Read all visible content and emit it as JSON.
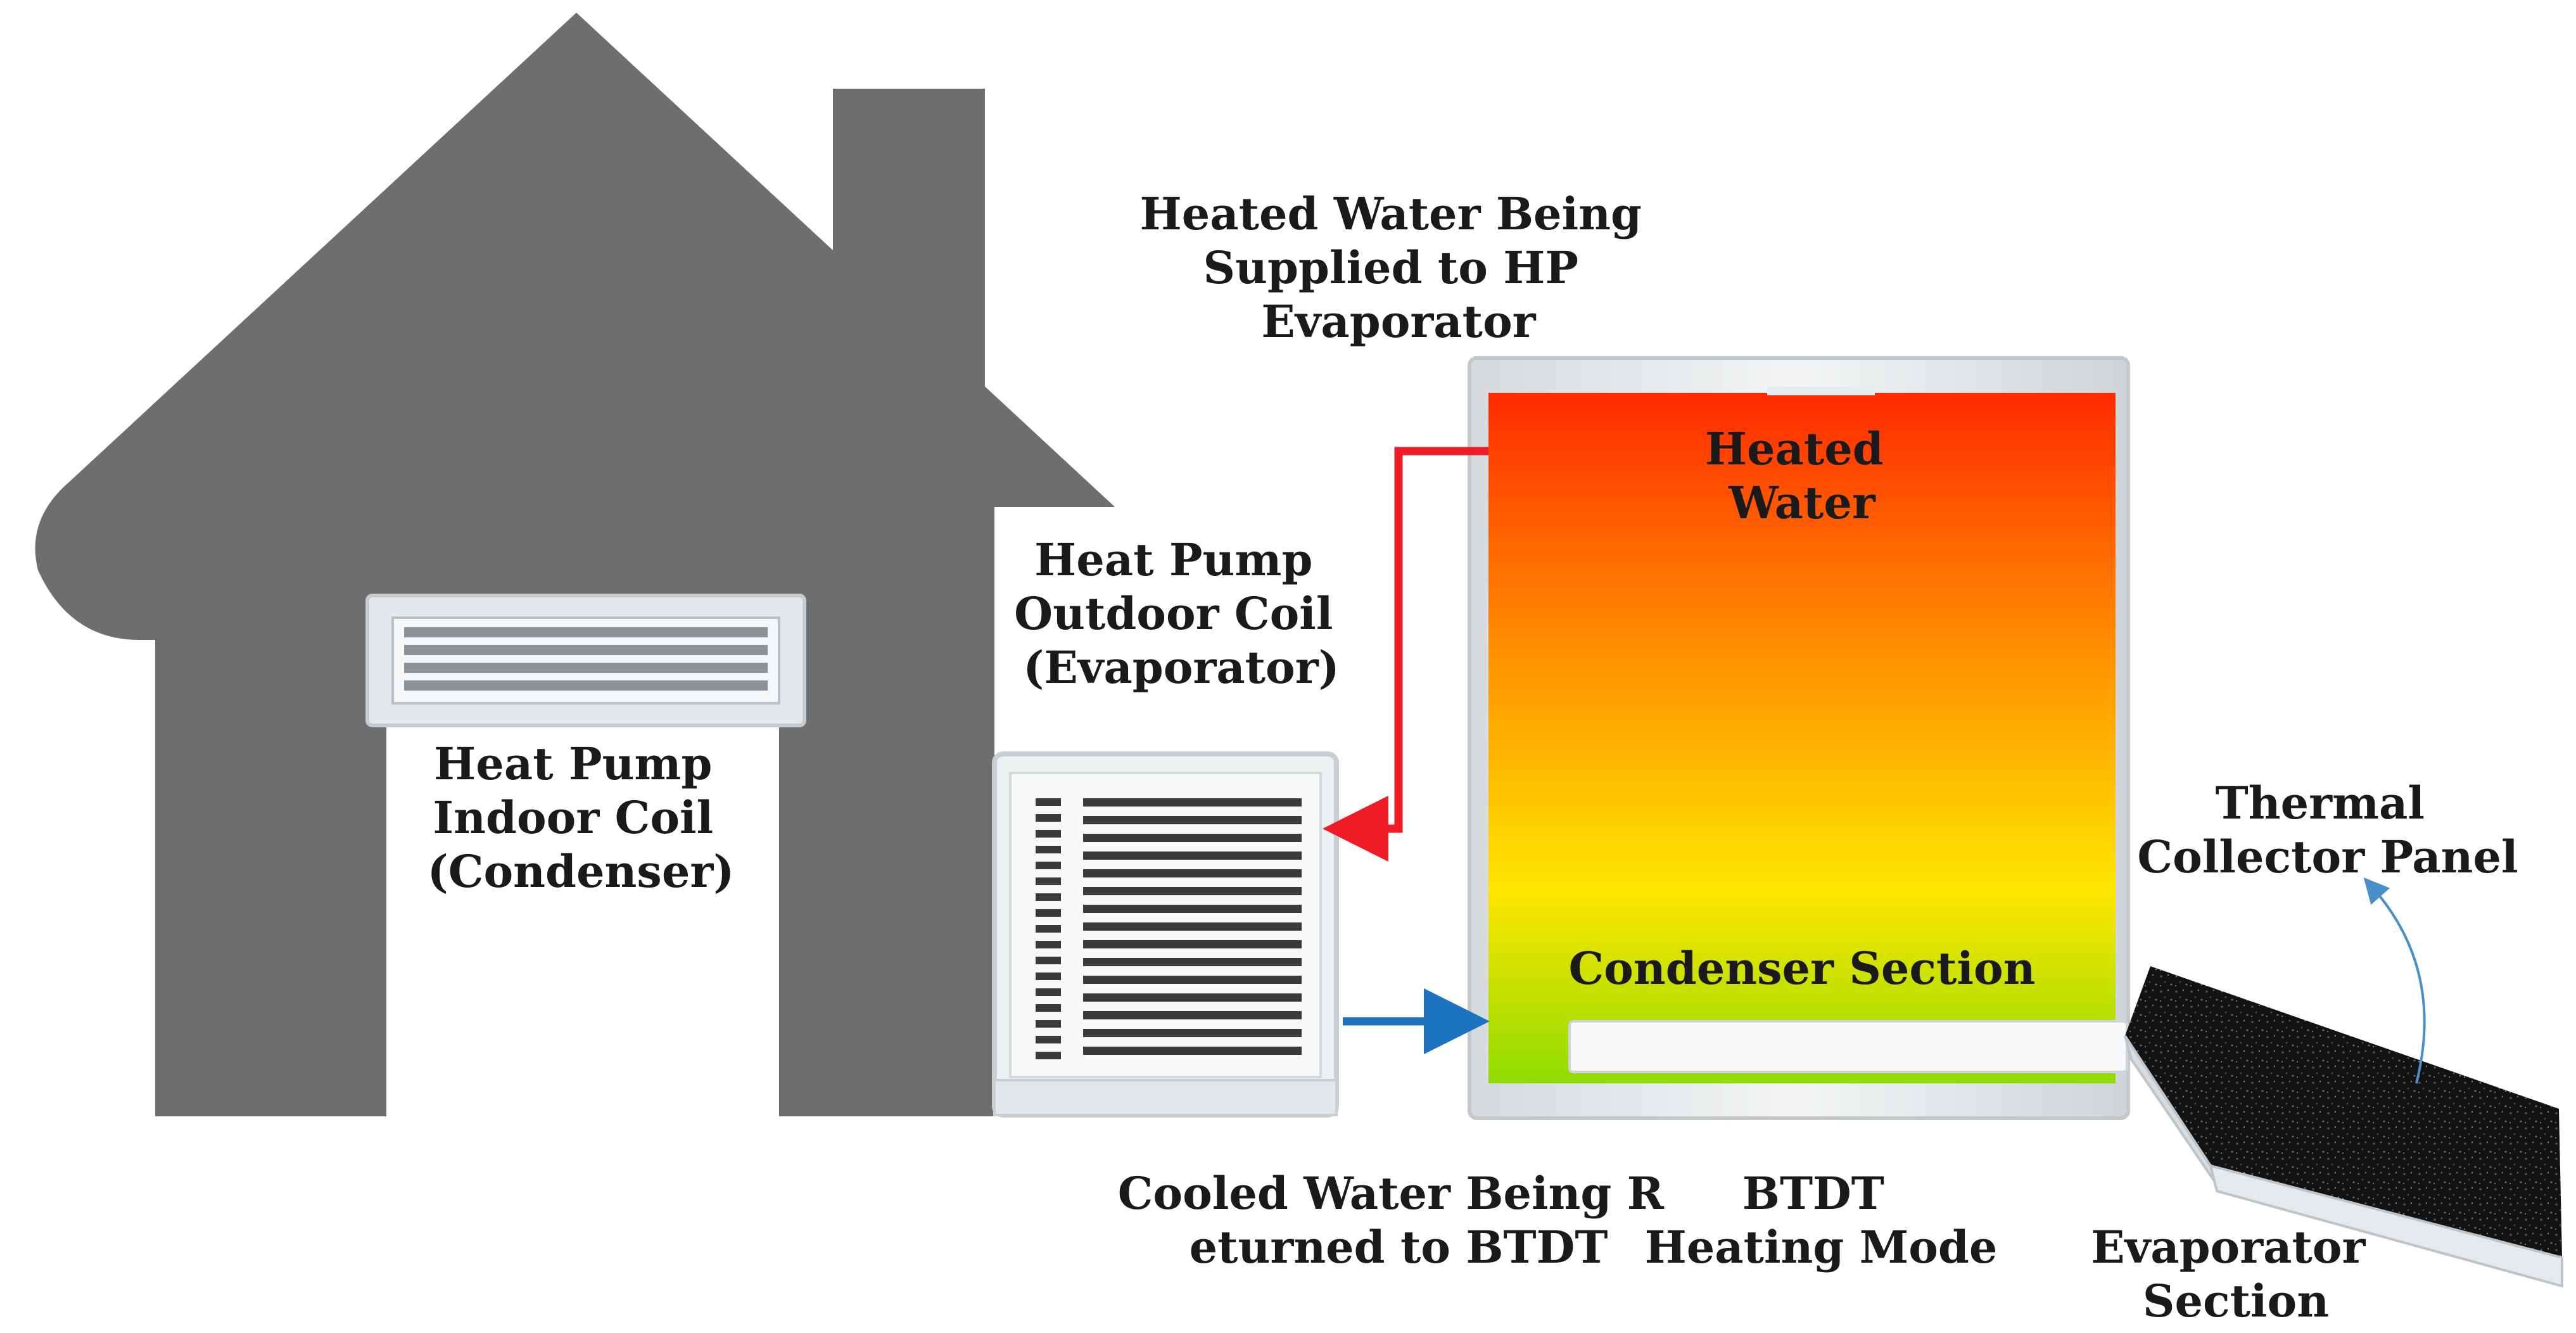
{
  "colors": {
    "house": "#6e6e6e",
    "vent_frame": "#e4e8ea",
    "vent_slat": "#8a9197",
    "unit_body": "#eef1f2",
    "unit_slat": "#3a3a3a",
    "hot_pipe": "#ee1c24",
    "cold_pipe": "#1e73be",
    "tank_top": "#ff2a00",
    "tank_mid": "#ffe600",
    "tank_bottom": "#8fdc00",
    "panel": "#111111",
    "panel_edge": "#d8dcdf",
    "pointer": "#4a90c8"
  },
  "icons": {
    "indoor_vent": "air-vent-icon",
    "outdoor_unit": "heat-pump-unit-icon"
  },
  "labels": {
    "heated_water_supplied": [
      "Heated Water Being",
      "Supplied to HP",
      "Evaporator"
    ],
    "outdoor_coil": [
      "Heat Pump",
      "Outdoor Coil",
      "(Evaporator)"
    ],
    "indoor_coil": [
      "Heat Pump",
      "Indoor Coil",
      "(Condenser)"
    ],
    "heated_water": [
      "Heated",
      "Water"
    ],
    "condenser_section": [
      "Condenser Section"
    ],
    "thermal_collector": [
      "Thermal",
      "Collector Panel"
    ],
    "cooled_water_returned": [
      "Cooled Water Being R",
      "eturned to BTDT"
    ],
    "btdt_mode": [
      "BTDT",
      "Heating Mode"
    ],
    "evaporator_section": [
      "Evaporator",
      "Section"
    ]
  }
}
